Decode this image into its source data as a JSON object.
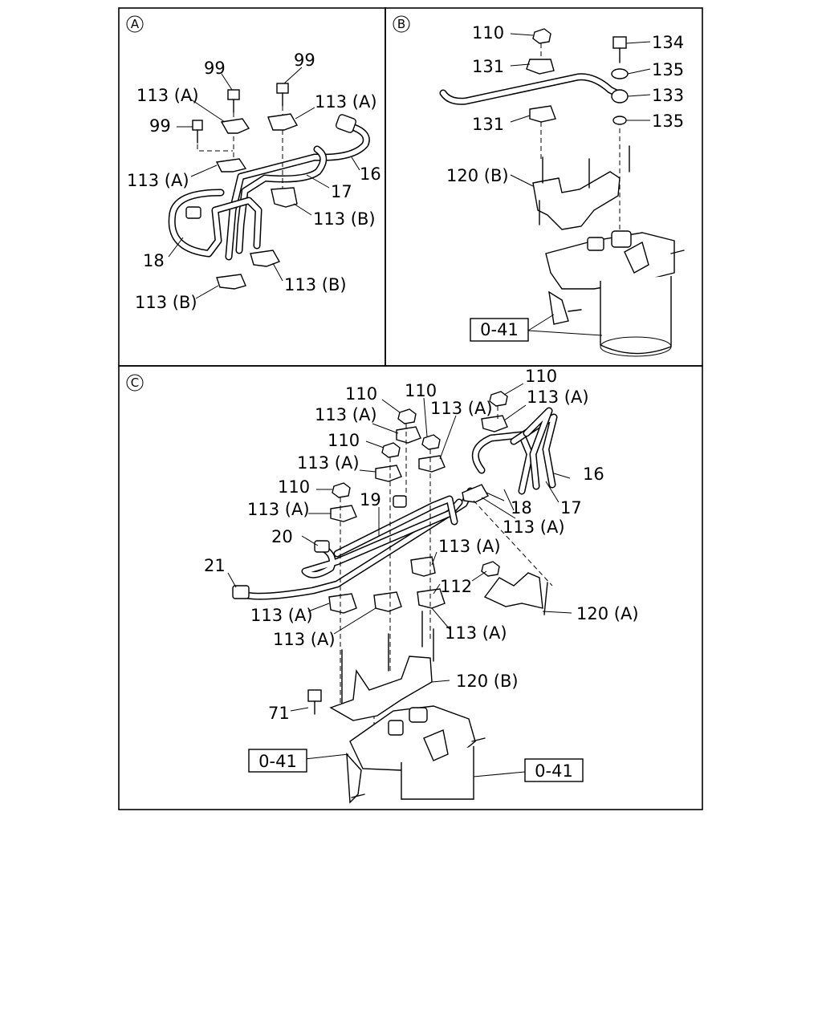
{
  "panels": {
    "a": {
      "tag": "A",
      "labels": {
        "bolt_top_left": "99",
        "bolt_top_right": "99",
        "bolt_left": "99",
        "clamp_upper_left": "113 (A)",
        "clamp_upper_right": "113 (A)",
        "clamp_mid_left": "113 (A)",
        "pipe_16": "16",
        "pipe_17": "17",
        "pipe_18": "18",
        "clamp_lower_right_b": "113 (B)",
        "clamp_bottom_right_b": "113 (B)",
        "clamp_bottom_left_b": "113 (B)"
      }
    },
    "b": {
      "tag": "B",
      "labels": {
        "nut_110": "110",
        "clamp_131_top": "131",
        "clamp_131_bottom": "131",
        "bolt_134": "134",
        "washer_135_top": "135",
        "spacer_133": "133",
        "washer_135_bottom": "135",
        "bracket_120b": "120 (B)",
        "ref_041": "0-41"
      }
    },
    "c": {
      "tag": "C",
      "labels": {
        "nut_110_top_right": "110",
        "nut_110_a": "110",
        "nut_110_b": "110",
        "nut_110_c": "110",
        "nut_110_d": "110",
        "clamp_top_right": "113 (A)",
        "clamp_a1": "113 (A)",
        "clamp_a2": "113 (A)",
        "clamp_a3": "113 (A)",
        "clamp_a4": "113 (A)",
        "clamp_mid_right": "113 (A)",
        "clamp_mid_lower": "113 (A)",
        "clamp_bottom_left": "113 (A)",
        "clamp_bottom_mid": "113 (A)",
        "clamp_bottom_right": "113 (A)",
        "pipe_16": "16",
        "pipe_17": "17",
        "pipe_18": "18",
        "pipe_19": "19",
        "pipe_20": "20",
        "pipe_21": "21",
        "nut_112": "112",
        "bracket_120a": "120 (A)",
        "bracket_120b": "120 (B)",
        "bolt_71": "71",
        "ref_041_left": "0-41",
        "ref_041_right": "0-41"
      }
    }
  }
}
